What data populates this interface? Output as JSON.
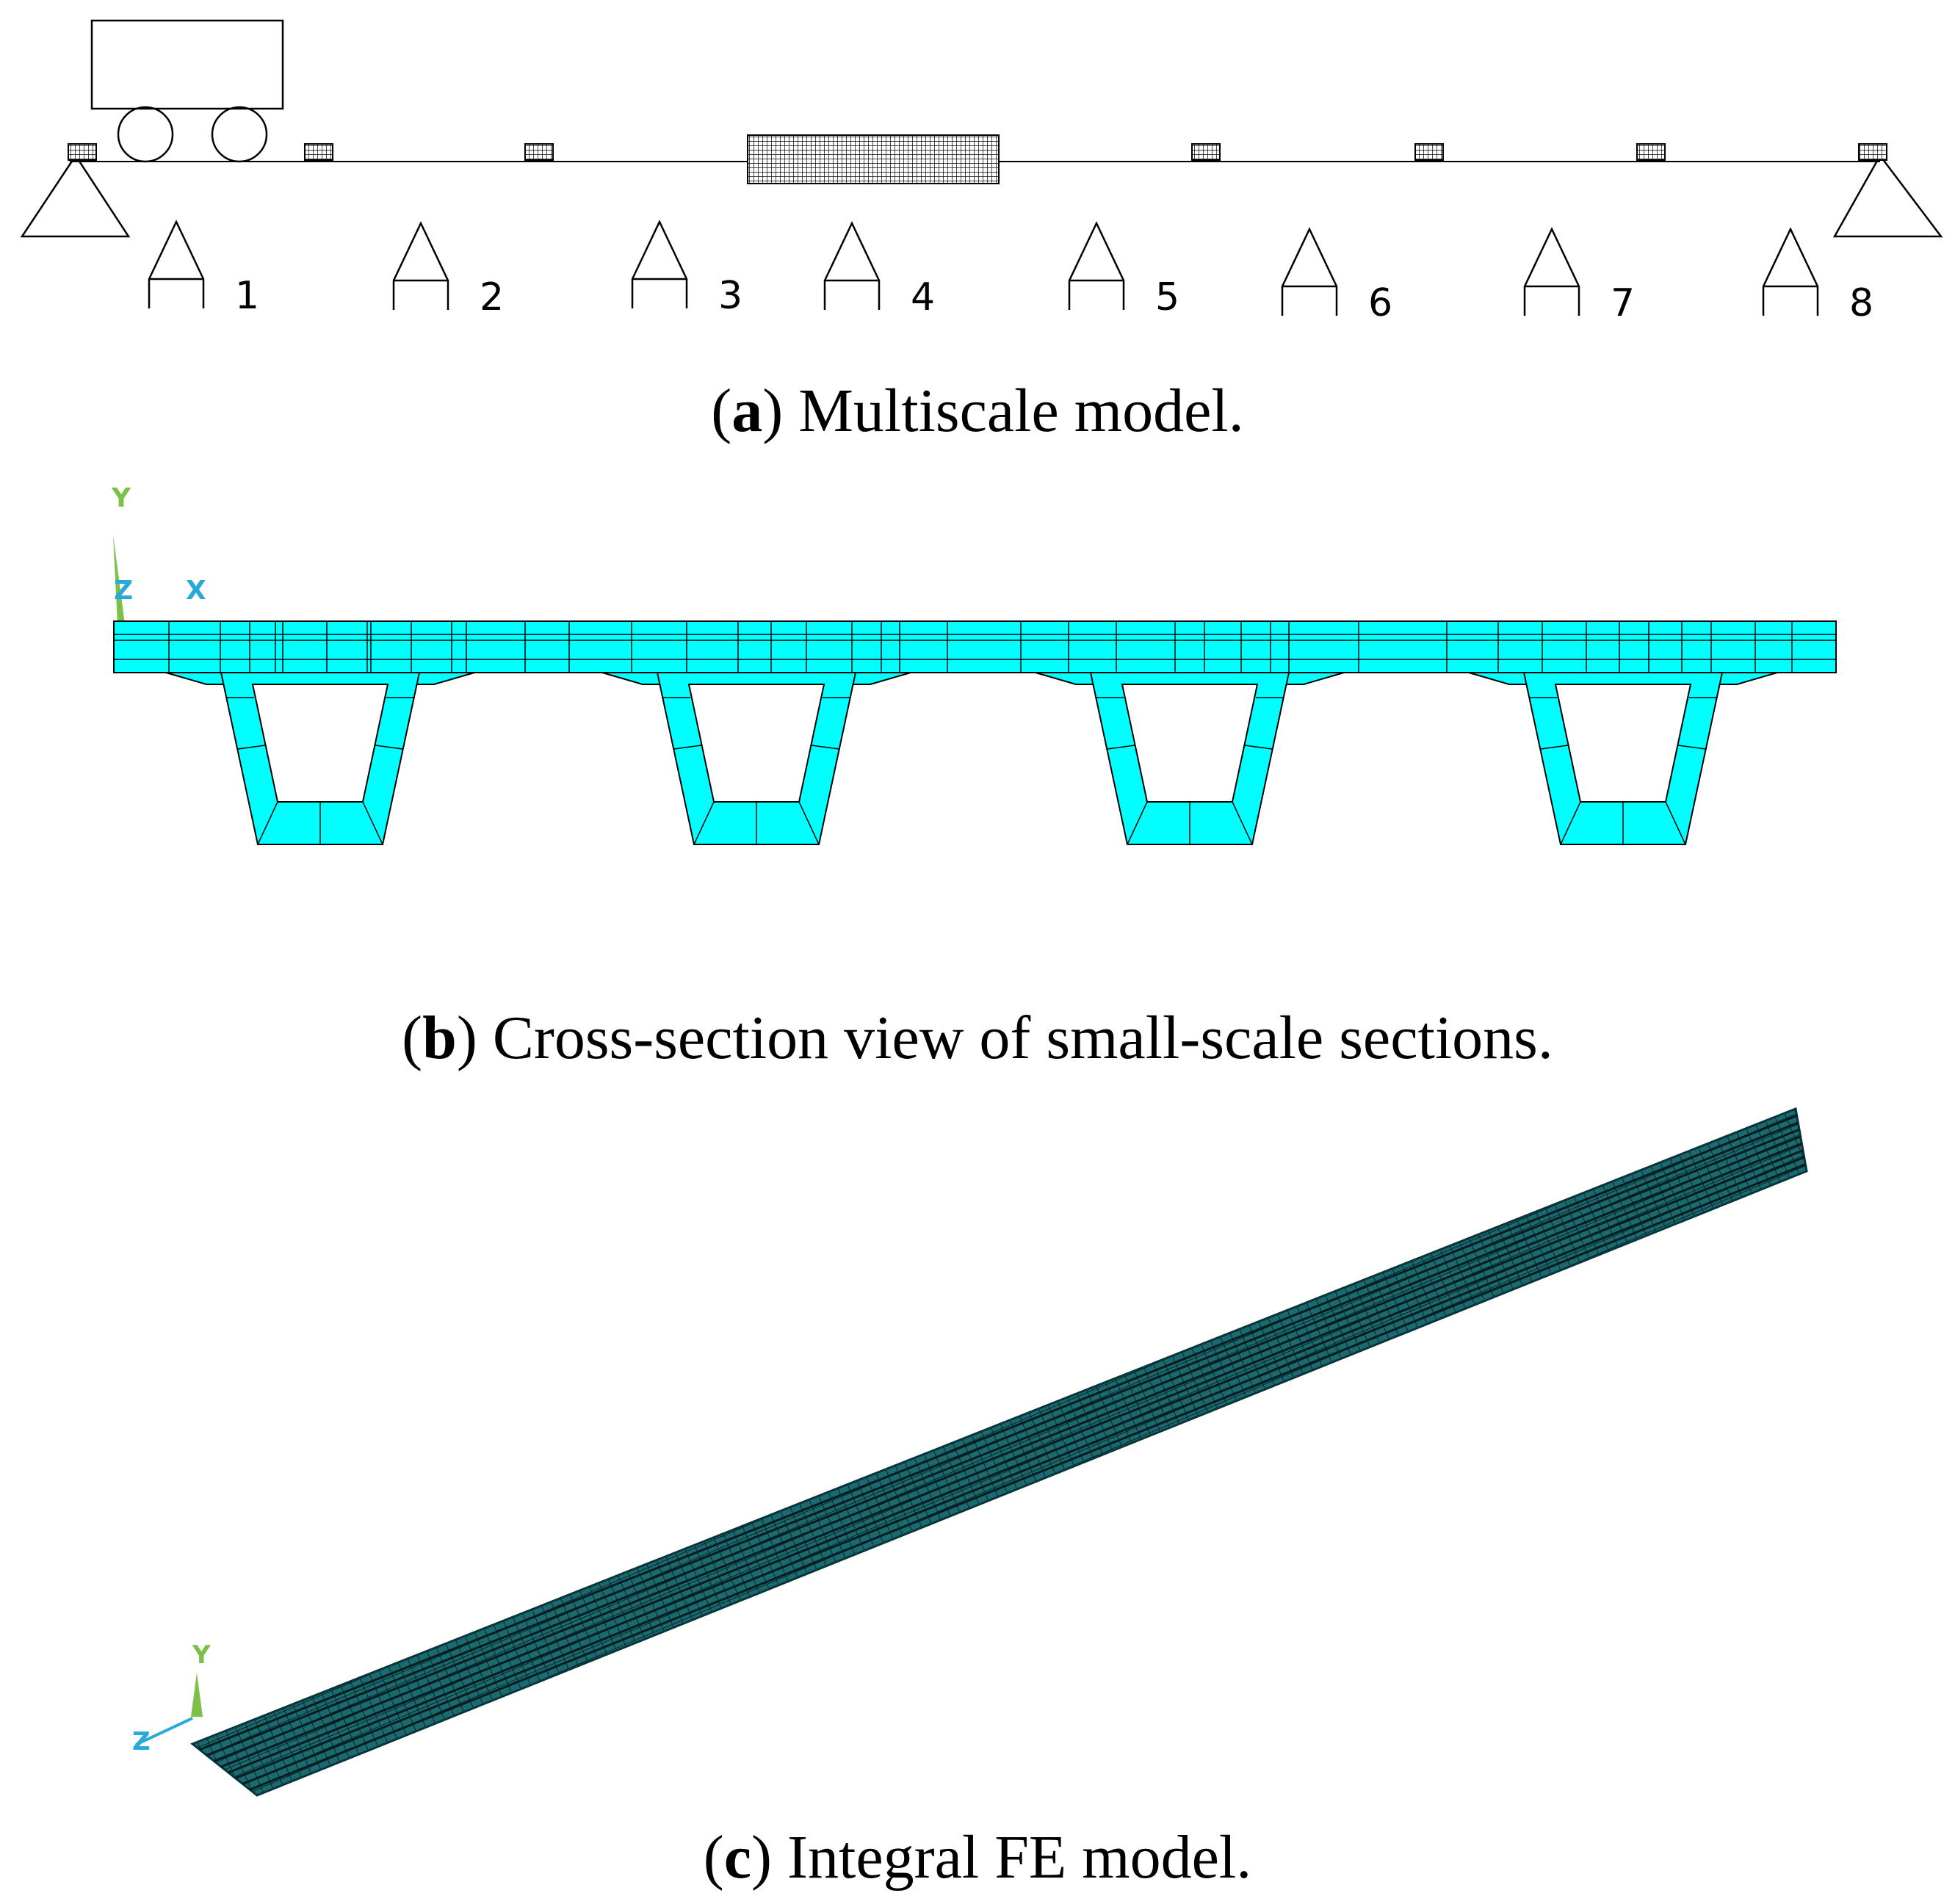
{
  "panels": [
    {
      "id": "a",
      "caption_letter": "a",
      "caption_text": " Multiscale model.",
      "sensor_labels": [
        "1",
        "2",
        "3",
        "4",
        "5",
        "6",
        "7",
        "8"
      ]
    },
    {
      "id": "b",
      "caption_letter": "b",
      "caption_text": " Cross-section view of small-scale sections.",
      "axis_labels": {
        "y": "Y",
        "z": "Z",
        "x": "X"
      },
      "girder_count": 4
    },
    {
      "id": "c",
      "caption_letter": "c",
      "caption_text": " Integral FE model.",
      "axis_labels": {
        "y": "Y",
        "z": "Z"
      }
    }
  ],
  "colors": {
    "line": "#000000",
    "mesh_cyan": "#00ffff",
    "mesh_dark": "#0b4a4f",
    "axis_green": "#7cc04a",
    "axis_blue": "#2aa8d8"
  }
}
